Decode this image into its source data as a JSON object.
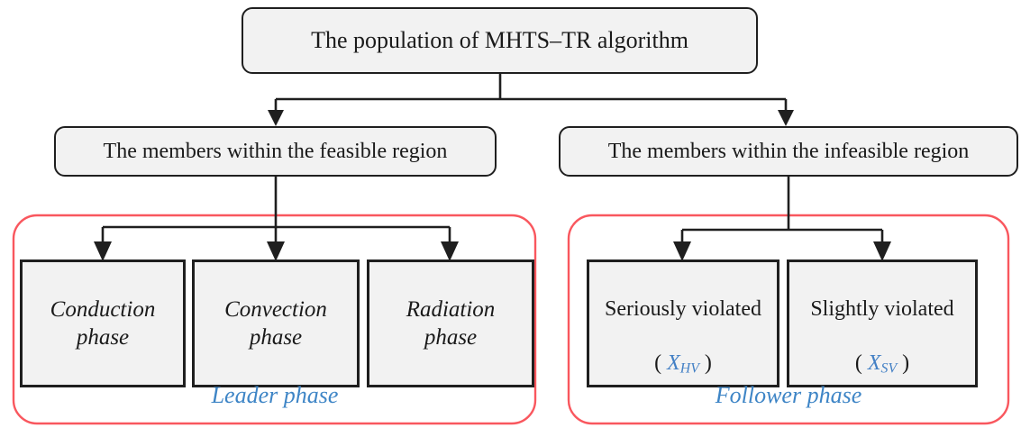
{
  "diagram": {
    "title_node": "The population of MHTS–TR algorithm",
    "branches": [
      {
        "key": "feasible",
        "label": "The members within the feasible region"
      },
      {
        "key": "infeasible",
        "label": "The members within the infeasible region"
      }
    ],
    "leader_group": {
      "caption": "Leader phase",
      "border_color": "#F9575E",
      "caption_color": "#3E85C6",
      "nodes": [
        {
          "key": "conduction",
          "label": "Conduction\nphase"
        },
        {
          "key": "convection",
          "label": "Convection\nphase"
        },
        {
          "key": "radiation",
          "label": "Radiation\nphase"
        }
      ]
    },
    "follower_group": {
      "caption": "Follower phase",
      "border_color": "#F9575E",
      "caption_color": "#3E85C6",
      "nodes": [
        {
          "key": "serious",
          "label": "Seriously violated",
          "symbol_open": "( ",
          "symbol_base": "X",
          "symbol_sub": "HV",
          "symbol_close": " )"
        },
        {
          "key": "slight",
          "label": "Slightly violated",
          "symbol_open": "( ",
          "symbol_base": "X",
          "symbol_sub": "SV",
          "symbol_close": " )"
        }
      ]
    },
    "colors": {
      "node_fill": "#F2F2F2",
      "node_stroke": "#1F1F1F",
      "group_stroke": "#F9575E",
      "symbol_blue": "#4380C5",
      "caption_blue": "#3E85C6"
    }
  }
}
